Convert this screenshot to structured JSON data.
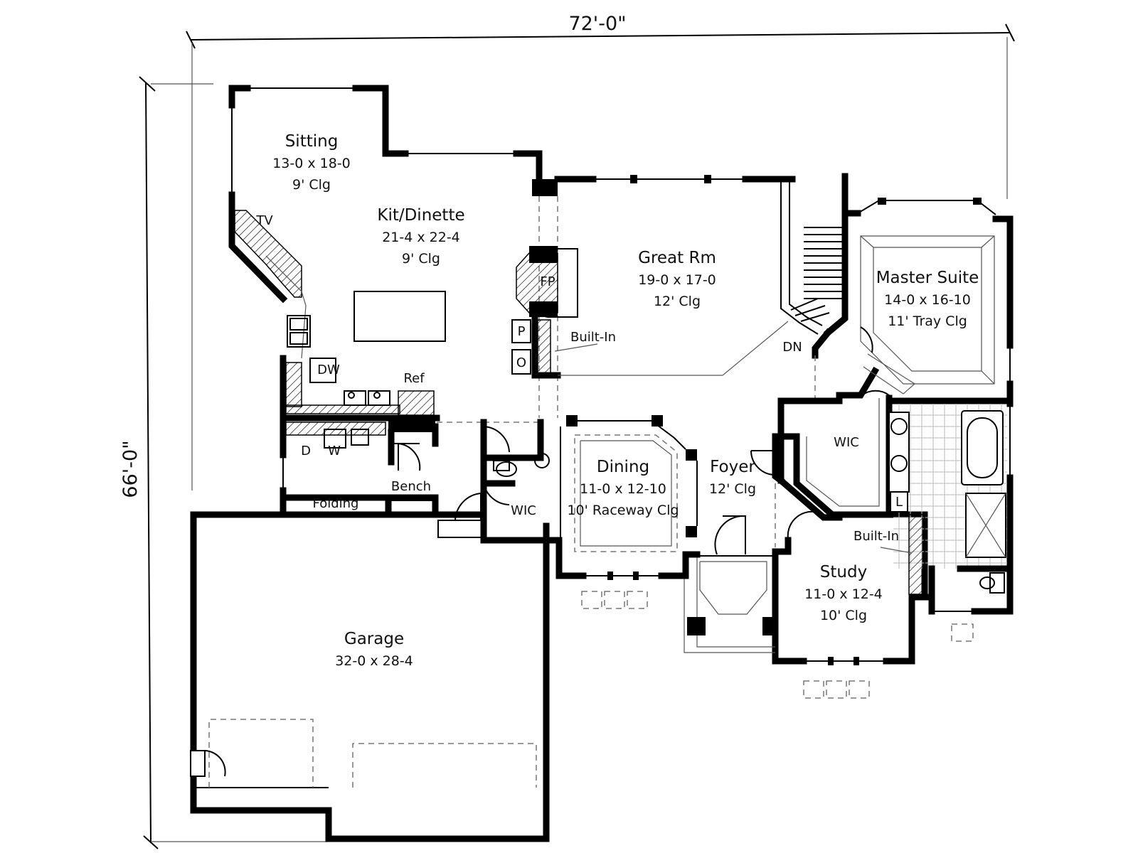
{
  "dimensions": {
    "width": "72'-0\"",
    "depth": "66'-0\""
  },
  "rooms": {
    "sitting": {
      "name": "Sitting",
      "size": "13-0 x 18-0",
      "ceiling": "9' Clg"
    },
    "kitchen": {
      "name": "Kit/Dinette",
      "size": "21-4 x 22-4",
      "ceiling": "9' Clg"
    },
    "great": {
      "name": "Great Rm",
      "size": "19-0 x 17-0",
      "ceiling": "12' Clg"
    },
    "master": {
      "name": "Master Suite",
      "size": "14-0 x 16-10",
      "ceiling": "11' Tray Clg"
    },
    "dining": {
      "name": "Dining",
      "size": "11-0 x 12-10",
      "ceiling": "10' Raceway Clg"
    },
    "foyer": {
      "name": "Foyer",
      "ceiling": "12' Clg"
    },
    "study": {
      "name": "Study",
      "size": "11-0 x 12-4",
      "ceiling": "10' Clg"
    },
    "garage": {
      "name": "Garage",
      "size": "32-0 x 28-4"
    }
  },
  "labels": {
    "tv": "TV",
    "fp": "FP",
    "p": "P",
    "o": "O",
    "builtin_great": "Built-In",
    "builtin_study": "Built-In",
    "dn": "DN",
    "dw": "DW",
    "ref": "Ref",
    "d": "D",
    "w": "W",
    "bench": "Bench",
    "folding": "Folding",
    "wic_hall": "WIC",
    "wic_master": "WIC",
    "l": "L"
  }
}
